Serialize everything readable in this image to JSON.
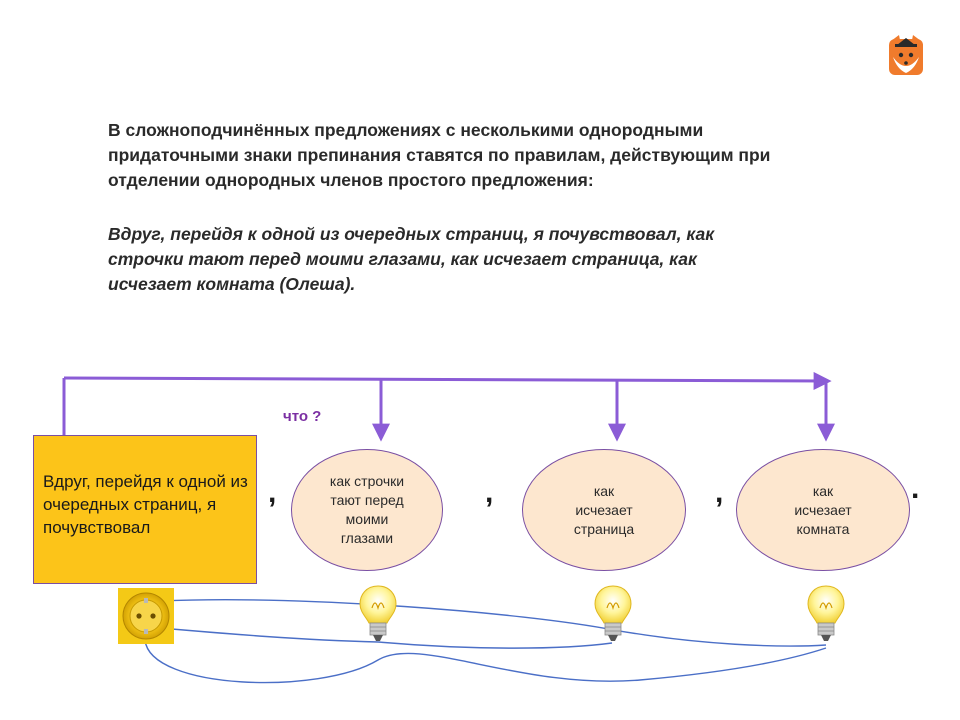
{
  "rule": {
    "lines": [
      "В сложноподчинённых предложениях с несколькими однородными",
      "придаточными знаки препинания ставятся по правилам, действующим при",
      "отделении однородных членов простого предложения:"
    ]
  },
  "example": {
    "lines": [
      "Вдруг, перейдя к одной из очередных страниц, я почувствовал, как",
      "строчки тают перед моими глазами, как исчезает страница, как",
      "исчезает комната (Олеша)."
    ]
  },
  "diagram": {
    "main_clause": "Вдруг, перейдя к одной из очередных страниц, я почувствовал",
    "question": "что ?",
    "clauses": [
      {
        "lines": [
          "как строчки",
          "тают перед",
          "моими",
          "глазами"
        ]
      },
      {
        "lines": [
          "как",
          "исчезает",
          "страница"
        ]
      },
      {
        "lines": [
          "как",
          "исчезает",
          "комната"
        ]
      }
    ],
    "punctuation": [
      ",",
      ",",
      ",",
      "."
    ]
  },
  "colors": {
    "arrow": "#8b5cd6",
    "main_box_fill": "#fcc419",
    "oval_fill": "#fde7cf",
    "border": "#7a4fa3",
    "wire": "#4b6fc7",
    "question": "#7b2fa3"
  },
  "icons": [
    "fox-logo-icon",
    "power-socket-icon",
    "light-bulb-icon"
  ]
}
